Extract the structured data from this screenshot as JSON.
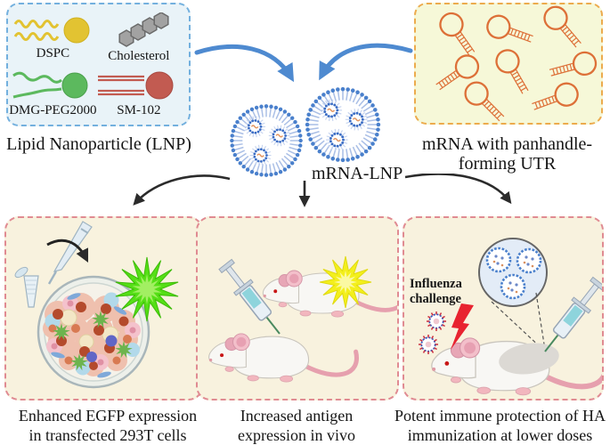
{
  "palette": {
    "lnp_box_bg": "#e9f3f8",
    "lnp_box_border": "#73b0de",
    "mrna_box_bg": "#f6f8d8",
    "mrna_box_border": "#ecab4d",
    "panel_bg": "#f8f2de",
    "panel_border": "#e08b92",
    "blue_arrow": "#4e8ad0",
    "black_arrow": "#2b2b2b",
    "lnp_blue": "#4a80cc",
    "mrna_orange": "#dd7038",
    "dspc_yellow": "#e2c332",
    "cholesterol_gray": "#a2a2a2",
    "dmg_peg_green": "#5cb95e",
    "sm102_red": "#c25b51",
    "egfp_green": "#55df16",
    "antigen_yellow": "#f3ef1c",
    "challenge_red": "#e82330"
  },
  "lnp_box": {
    "title": "Lipid Nanoparticle (LNP)",
    "components": [
      {
        "name": "DSPC"
      },
      {
        "name": "Cholesterol"
      },
      {
        "name": "DMG-PEG2000"
      },
      {
        "name": "SM-102"
      }
    ]
  },
  "mrna_box": {
    "title_line1": "mRNA with panhandle-",
    "title_line2": "forming UTR"
  },
  "product": {
    "label": "mRNA-LNP"
  },
  "panels": [
    {
      "caption_line1": "Enhanced EGFP expression",
      "caption_line2": "in transfected 293T cells"
    },
    {
      "caption_line1": "Increased antigen",
      "caption_line2": "expression in vivo"
    },
    {
      "caption_line1": "Potent immune protection of HA",
      "caption_line2": "immunization at lower doses",
      "annotation_line1": "Influenza",
      "annotation_line2": "challenge"
    }
  ]
}
